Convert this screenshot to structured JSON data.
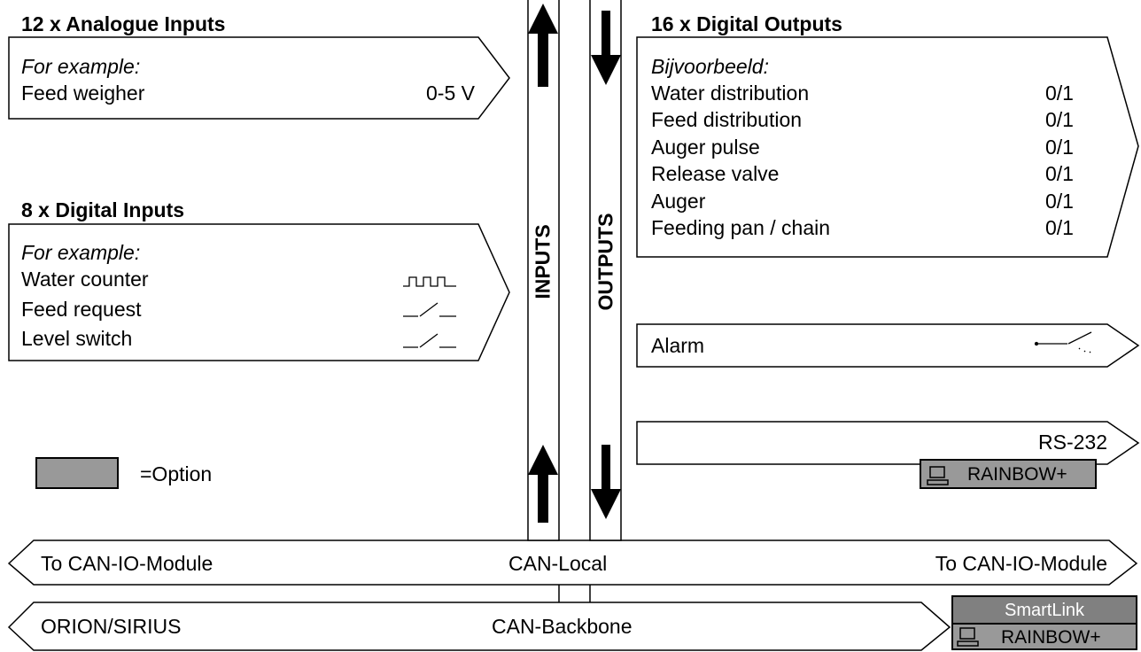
{
  "analogue": {
    "heading": "12 x Analogue Inputs",
    "example_label": "For example:",
    "items": [
      {
        "name": "Feed weigher",
        "value": "0-5 V"
      }
    ]
  },
  "digital_in": {
    "heading": "8 x Digital Inputs",
    "example_label": "For example:",
    "items": [
      {
        "name": "Water counter",
        "icon": "pulse-train-icon"
      },
      {
        "name": "Feed request",
        "icon": "switch-icon"
      },
      {
        "name": "Level switch",
        "icon": "switch-icon"
      }
    ]
  },
  "digital_out": {
    "heading": "16 x Digital Outputs",
    "example_label": "Bijvoorbeeld:",
    "items": [
      {
        "name": "Water distribution",
        "value": "0/1"
      },
      {
        "name": "Feed distribution",
        "value": "0/1"
      },
      {
        "name": "Auger pulse",
        "value": "0/1"
      },
      {
        "name": "Release valve",
        "value": "0/1"
      },
      {
        "name": "Auger",
        "value": "0/1"
      },
      {
        "name": "Feeding pan / chain",
        "value": "0/1"
      }
    ]
  },
  "alarm": {
    "label": "Alarm",
    "icon": "relay-contact-icon"
  },
  "rs232": {
    "label": "RS-232",
    "option_label": "RAINBOW+",
    "icon": "computer-icon"
  },
  "bus": {
    "inputs_label": "INPUTS",
    "outputs_label": "OUTPUTS",
    "can_local": {
      "left": "To CAN-IO-Module",
      "center": "CAN-Local",
      "right": "To CAN-IO-Module"
    },
    "can_backbone": {
      "left": "ORION/SIRIUS",
      "center": "CAN-Backbone"
    }
  },
  "smartlink": {
    "title": "SmartLink",
    "option_label": "RAINBOW+",
    "icon": "computer-icon"
  },
  "legend": {
    "label": "=Option"
  },
  "colors": {
    "option_fill": "#999999",
    "smartlink_fill": "#808080",
    "line": "#000000"
  }
}
